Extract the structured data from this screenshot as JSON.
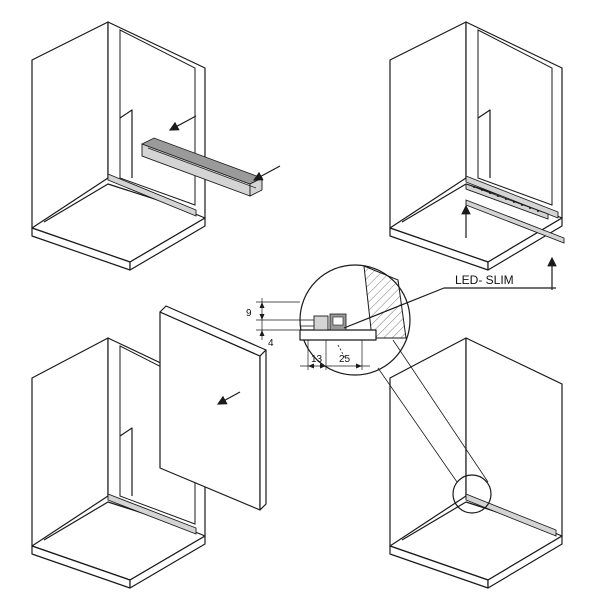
{
  "labels": {
    "led_slim": "LED- SLIM"
  },
  "dimensions": {
    "d9": "9",
    "d4": "4",
    "d13": "13",
    "d25": "25"
  },
  "colors": {
    "line": "#1a1a1a",
    "rail": "#d4d4d4",
    "background": "#ffffff"
  }
}
